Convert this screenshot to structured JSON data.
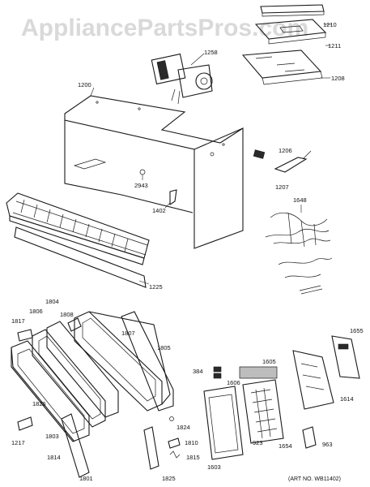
{
  "watermark": "AppliancePartsPros.com",
  "art_number": "(ART NO. WB11402)",
  "labels": {
    "p1210": "1210",
    "p1211": "1211",
    "p1208": "1208",
    "p1258": "1258",
    "p1200": "1200",
    "p1206": "1206",
    "p1207": "1207",
    "p2943": "2943",
    "p1402": "1402",
    "p1648": "1648",
    "p1225": "1225",
    "p1817": "1817",
    "p1806": "1806",
    "p1804": "1804",
    "p1808": "1808",
    "p1807": "1807",
    "p1805": "1805",
    "p1655": "1655",
    "p384": "384",
    "p1605": "1605",
    "p1606": "1606",
    "p1614": "1614",
    "p1826": "1826",
    "p1824": "1824",
    "p1810": "1810",
    "p1815": "1815",
    "p1825": "1825",
    "p1217": "1217",
    "p1803": "1803",
    "p1814": "1814",
    "p1801": "1801",
    "p923": "923",
    "p1603": "1603",
    "p1654": "1654",
    "p963": "963"
  }
}
